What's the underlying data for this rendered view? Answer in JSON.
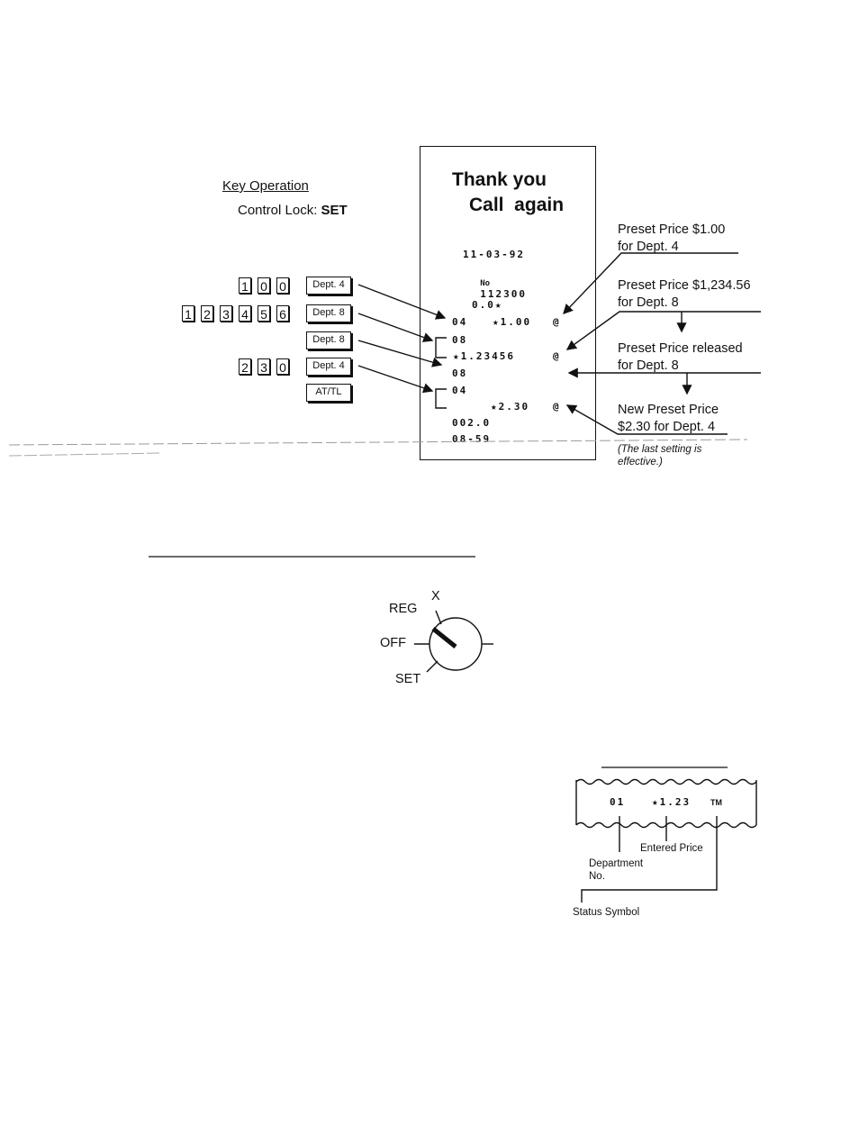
{
  "key_operation": {
    "title": "Key Operation",
    "control_lock_label": "Control Lock:",
    "control_lock_value": "SET"
  },
  "key_rows": [
    {
      "digits": [
        "1",
        "0",
        "0"
      ],
      "dept": "Dept. 4"
    },
    {
      "digits": [
        "1",
        "2",
        "3",
        "4",
        "5",
        "6"
      ],
      "dept": "Dept. 8"
    },
    {
      "digits": [],
      "dept": "Dept. 8"
    },
    {
      "digits": [
        "2",
        "3",
        "0"
      ],
      "dept": "Dept. 4"
    },
    {
      "digits": [],
      "dept": "AT/TL"
    }
  ],
  "receipt": {
    "header_line1": "Thank you",
    "header_line2": "Call  again",
    "date": "11-03-92",
    "number_prefix": "No",
    "number": "112300",
    "lines": {
      "zero": "0.0★",
      "l1_dept": "04",
      "l1_price": "★1.00",
      "l1_symbol": "@",
      "l2_dept": "08",
      "l3_price": "★1.23456",
      "l3_symbol": "@",
      "l4_dept": "08",
      "l5_dept": "04",
      "l6_price": "★2.30",
      "l6_symbol": "@",
      "count": "002.0",
      "time": "08-59"
    }
  },
  "annotations": {
    "a1_line1": "Preset Price $1.00",
    "a1_line2": "for Dept. 4",
    "a2_line1": "Preset Price $1,234.56",
    "a2_line2": "for Dept. 8",
    "a3_line1": "Preset Price released",
    "a3_line2": "for Dept. 8",
    "a4_line1": "New Preset Price",
    "a4_line2": "$2.30 for Dept. 4",
    "a4_note1": "(The last setting is",
    "a4_note2": "effective.)"
  },
  "dial": {
    "x": "X",
    "reg": "REG",
    "off": "OFF",
    "set": "SET"
  },
  "legend": {
    "dept": "01",
    "price": "★1.23",
    "status": "TM",
    "entered_price": "Entered Price",
    "department_line1": "Department",
    "department_line2": "No.",
    "status_symbol": "Status Symbol"
  }
}
